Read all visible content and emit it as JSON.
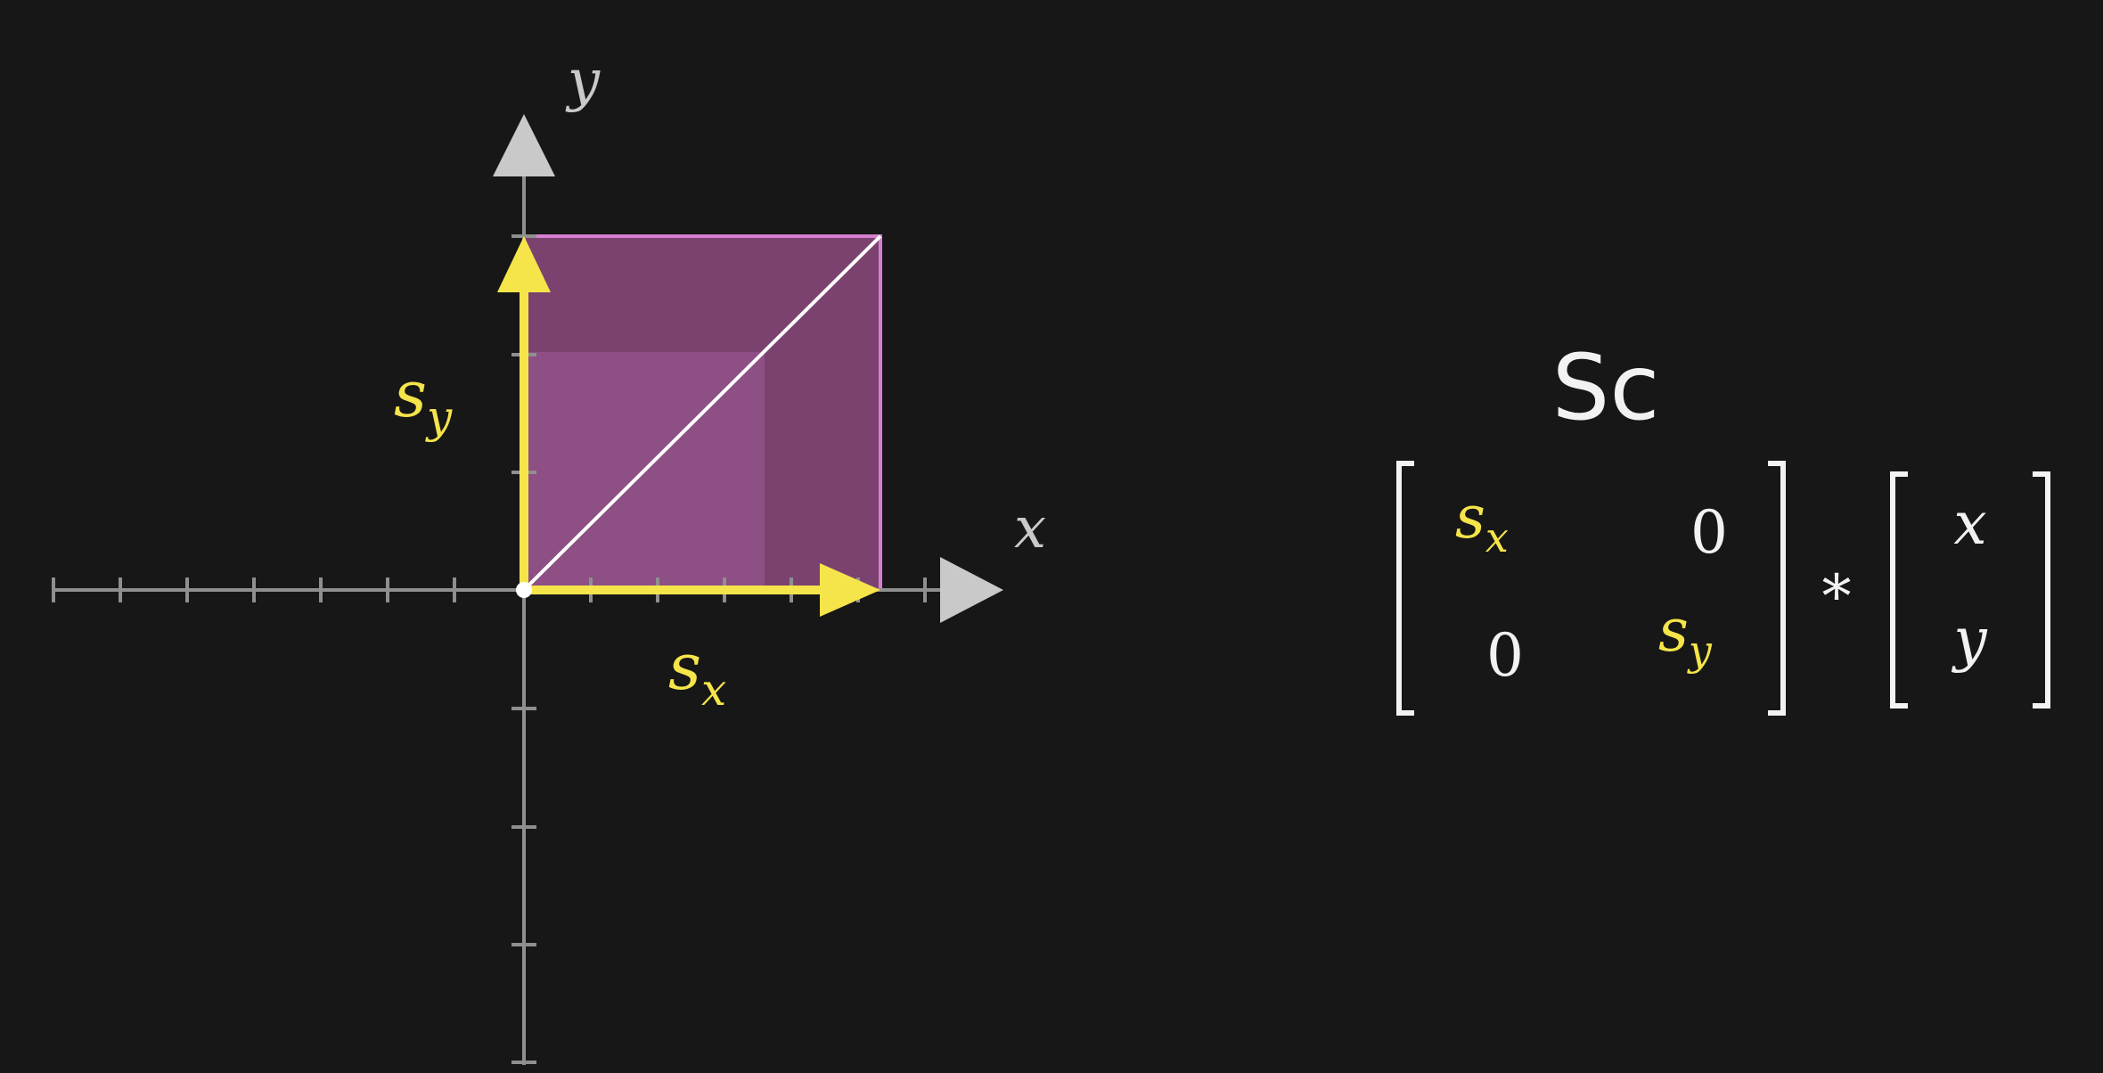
{
  "axes": {
    "x_label": "x",
    "y_label": "y"
  },
  "vectors": {
    "x_scale_label": {
      "base": "s",
      "sub": "x"
    },
    "y_scale_label": {
      "base": "s",
      "sub": "y"
    }
  },
  "equation": {
    "title": "Sc",
    "matrix": {
      "r1c1": {
        "base": "s",
        "sub": "x"
      },
      "r1c2": "0",
      "r2c1": "0",
      "r2c2": {
        "base": "s",
        "sub": "y"
      }
    },
    "operator": "*",
    "vector": {
      "top": "x",
      "bottom": "y"
    }
  },
  "colors": {
    "background": "#171717",
    "axis": "#9a9a9a",
    "arrow_head": "#c9c9c9",
    "vector": "#f5e54a",
    "square_fill": "#8a4c85",
    "square_edge": "#d67fd0",
    "diagonal": "#ffffff",
    "text": "#e8e8e8"
  }
}
